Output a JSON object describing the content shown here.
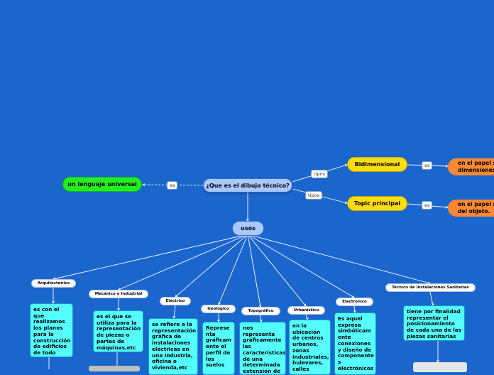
{
  "central": {
    "label": "¿Que es el dibujo técnico?"
  },
  "left_node": {
    "label": "un lenguaje universal",
    "connector": "es"
  },
  "types": [
    {
      "connector": "tipos",
      "label": "Bidimensional",
      "link": "es",
      "definition": "en el papel se\ndimensiones"
    },
    {
      "connector": "tipos",
      "label": "Topic principal",
      "link": "es",
      "definition": "en el papel se\ndel objeto."
    }
  ],
  "usos": {
    "label": "usos"
  },
  "categories": [
    {
      "label": "Arquitectónico",
      "description": "es con el que realizamos los planos para la construcción de edificios de todo tipo,etc"
    },
    {
      "label": "Mecánico o Industrial",
      "description": "es el que se utiliza para la representación de piezas o partes de máquinas,etc"
    },
    {
      "label": "Eléctrico",
      "description": "se refiere a la representación gráfica de instalaciones eléctricas en una industria, oficina o vivienda,etc"
    },
    {
      "label": "Geológico",
      "description": "Represe nta gráficam ente el perfil de los suelos"
    },
    {
      "label": "Topográfico",
      "description": "nos representa gráficamente las características de una determinada extensión de"
    },
    {
      "label": "Urbanístico",
      "description": "en la ubicación de centros urbanos, zonas industriales, bulevares, calles"
    },
    {
      "label": "Electrónico",
      "description": "Es aquel expresa simbólicam ente conexiones y diseño de componente s electrónicos"
    },
    {
      "label": "Técnico de Instalaciones Sanitarias",
      "description": "tiene por finalidad representar el posicionamiento de cada una de las piezas sanitarias"
    }
  ]
}
